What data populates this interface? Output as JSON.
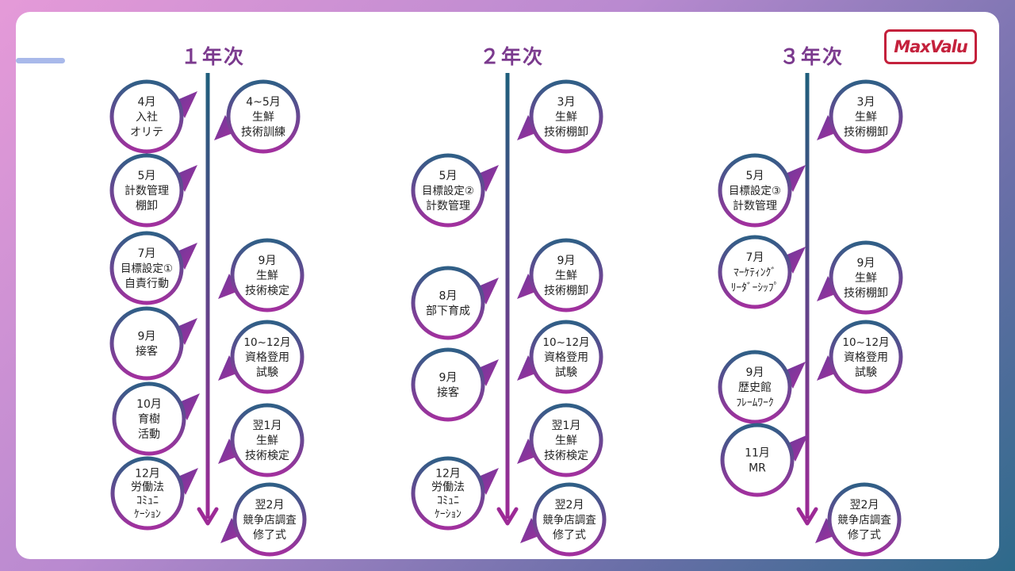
{
  "logo_text": "MaxValu",
  "colors": {
    "ring_start": "#2f5f86",
    "ring_end": "#a2309e",
    "arrow_start": "#1f5f7c",
    "arrow_end": "#9d2a96",
    "title": "#7b3a8e"
  },
  "columns": [
    {
      "title": "１年次",
      "bubbles": [
        {
          "side": "left",
          "lines": [
            "4月",
            "入社",
            "オリテ"
          ]
        },
        {
          "side": "right",
          "lines": [
            "4~5月",
            "生鮮",
            "技術訓練"
          ]
        },
        {
          "side": "left",
          "lines": [
            "5月",
            "計数管理",
            "棚卸"
          ]
        },
        {
          "side": "left",
          "lines": [
            "7月",
            "目標設定①",
            "自責行動"
          ]
        },
        {
          "side": "right",
          "lines": [
            "9月",
            "生鮮",
            "技術検定"
          ]
        },
        {
          "side": "left",
          "lines": [
            "9月",
            "接客"
          ]
        },
        {
          "side": "right",
          "lines": [
            "10~12月",
            "資格登用",
            "試験"
          ]
        },
        {
          "side": "left",
          "lines": [
            "10月",
            "育樹",
            "活動"
          ]
        },
        {
          "side": "right",
          "lines": [
            "翌1月",
            "生鮮",
            "技術検定"
          ]
        },
        {
          "side": "left",
          "lines": [
            "12月",
            "労働法",
            "ｺﾐｭﾆ",
            "ｹｰｼｮﾝ"
          ]
        },
        {
          "side": "right",
          "lines": [
            "翌2月",
            "競争店調査",
            "修了式"
          ]
        }
      ]
    },
    {
      "title": "２年次",
      "bubbles": [
        {
          "side": "right",
          "lines": [
            "3月",
            "生鮮",
            "技術棚卸"
          ]
        },
        {
          "side": "left",
          "lines": [
            "5月",
            "目標設定②",
            "計数管理"
          ]
        },
        {
          "side": "right",
          "lines": [
            "9月",
            "生鮮",
            "技術棚卸"
          ]
        },
        {
          "side": "left",
          "lines": [
            "8月",
            "部下育成"
          ]
        },
        {
          "side": "right",
          "lines": [
            "10~12月",
            "資格登用",
            "試験"
          ]
        },
        {
          "side": "left",
          "lines": [
            "9月",
            "接客"
          ]
        },
        {
          "side": "right",
          "lines": [
            "翌1月",
            "生鮮",
            "技術検定"
          ]
        },
        {
          "side": "left",
          "lines": [
            "12月",
            "労働法",
            "ｺﾐｭﾆ",
            "ｹｰｼｮﾝ"
          ]
        },
        {
          "side": "right",
          "lines": [
            "翌2月",
            "競争店調査",
            "修了式"
          ]
        }
      ]
    },
    {
      "title": "３年次",
      "bubbles": [
        {
          "side": "right",
          "lines": [
            "3月",
            "生鮮",
            "技術棚卸"
          ]
        },
        {
          "side": "left",
          "lines": [
            "5月",
            "目標設定③",
            "計数管理"
          ]
        },
        {
          "side": "left",
          "lines": [
            "7月",
            "ﾏｰｹﾃｨﾝｸﾞ",
            "ﾘｰﾀﾞｰｼｯﾌﾟ"
          ]
        },
        {
          "side": "right",
          "lines": [
            "9月",
            "生鮮",
            "技術棚卸"
          ]
        },
        {
          "side": "right",
          "lines": [
            "10~12月",
            "資格登用",
            "試験"
          ]
        },
        {
          "side": "left",
          "lines": [
            "9月",
            "歴史館",
            "ﾌﾚｰﾑﾜｰｸ"
          ]
        },
        {
          "side": "left",
          "lines": [
            "11月",
            "MR"
          ]
        },
        {
          "side": "right",
          "lines": [
            "翌2月",
            "競争店調査",
            "修了式"
          ]
        }
      ]
    }
  ]
}
